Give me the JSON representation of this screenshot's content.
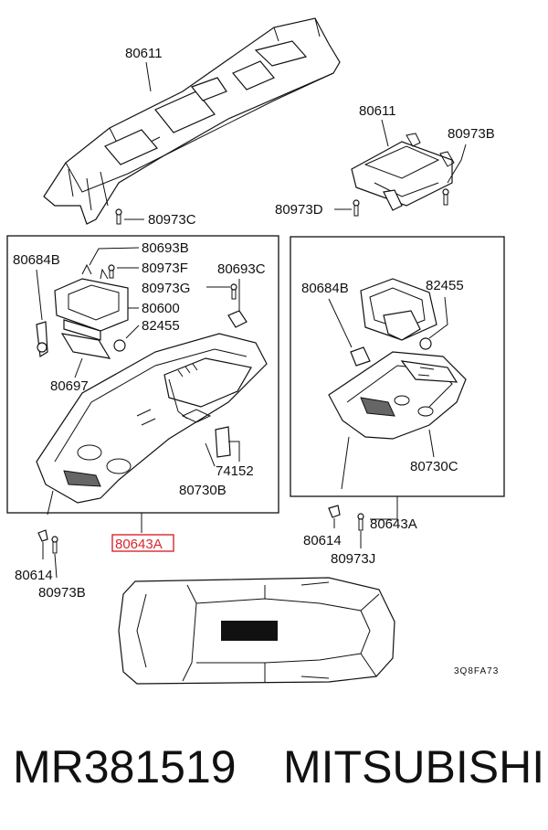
{
  "labels": {
    "top_rail": "80611",
    "right_bracket": "80611",
    "bolt_b": "80973B",
    "bolt_c": "80973C",
    "bolt_d": "80973D",
    "left_lamp_socket": "80684B",
    "left_clip_b": "80693B",
    "bolt_f": "80973F",
    "clip_c": "80693C",
    "bolt_g": "80973G",
    "lamp_lens": "80600",
    "left_bulb": "82455",
    "pad": "80697",
    "fastener": "74152",
    "left_console": "80730B",
    "left_assembly": "80643A",
    "left_clip_lower": "80614",
    "left_screw_lower": "80973B",
    "right_lamp_socket": "80684B",
    "right_bulb": "82455",
    "right_console": "80730C",
    "right_assembly": "80643A",
    "right_clip_lower": "80614",
    "right_screw_lower": "80973J",
    "figure_code": "3Q8FA73"
  },
  "highlight_color": "#d9262c",
  "redaction_color": "#111111",
  "footer": {
    "part_number": "MR381519",
    "brand": "MITSUBISHI"
  }
}
